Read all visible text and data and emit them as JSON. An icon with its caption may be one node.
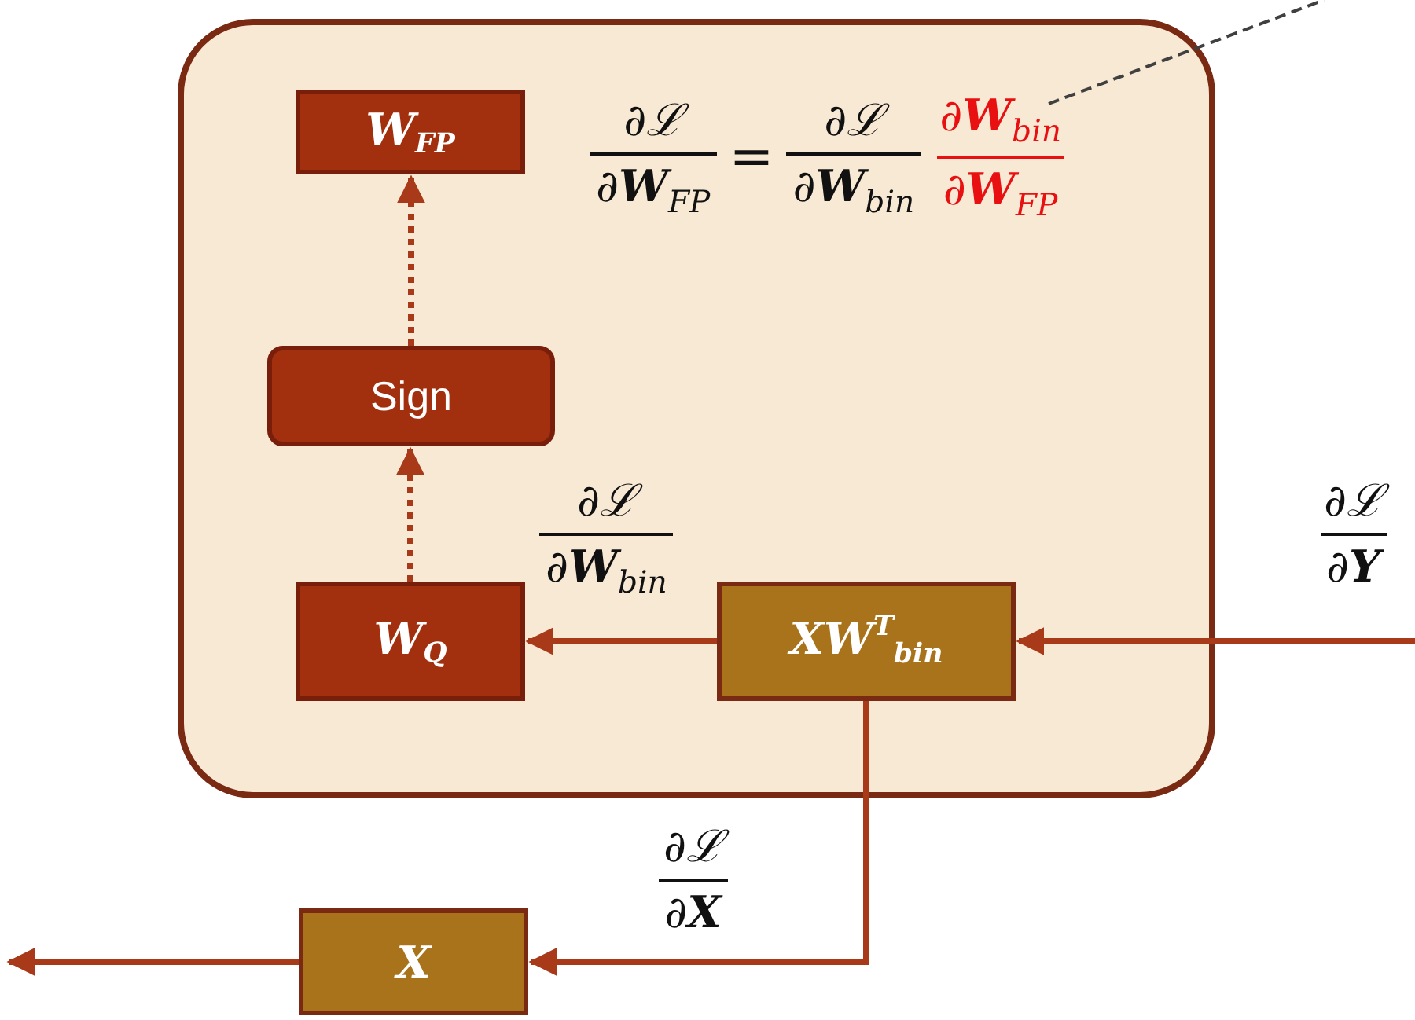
{
  "diagram": {
    "nodes": [
      {
        "text": [],
        "shape": "box"
      },
      {
        "text": [
          "W$_{FP}$"
        ],
        "in": 0
      },
      {
        "text": [
          "Sign"
        ],
        "in": 0
      },
      {
        "text": [
          "W$_{Q}$"
        ],
        "in": 0
      },
      {
        "text": [
          "XW$^{T}$$_{bin}$"
        ],
        "in": 0
      },
      {
        "text": [
          "X"
        ]
      },
      {
        "text": [
          "∂ℒ",
          "∂**W**$_{FP}$",
          "=",
          "∂ℒ",
          "∂**W**$_{bin}$",
          "∂**W**$_{bin}$",
          "∂**W**$_{FP}$"
        ],
        "in": 0
      }
    ],
    "edges": [
      {
        "from": 2,
        "to": 1,
        "arrow": "to",
        "style": "dashed"
      },
      {
        "from": 3,
        "to": 2,
        "arrow": "to",
        "style": "dashed"
      },
      {
        "from": 4,
        "to": 3,
        "arrow": "to"
      },
      {
        "from": null,
        "to": 4,
        "arrow": "to"
      },
      {
        "from": 4,
        "to": 5,
        "arrow": "to"
      },
      {
        "from": 5,
        "to": null,
        "arrow": "to"
      },
      {
        "from": 6,
        "to": null,
        "arrow": "none",
        "style": "dashed",
        "color": "#404040"
      }
    ],
    "labels": [
      "∂ℒ",
      "∂**W**$_{bin}$",
      "∂ℒ",
      "∂**Y**",
      "∂ℒ",
      "∂**X**"
    ]
  }
}
